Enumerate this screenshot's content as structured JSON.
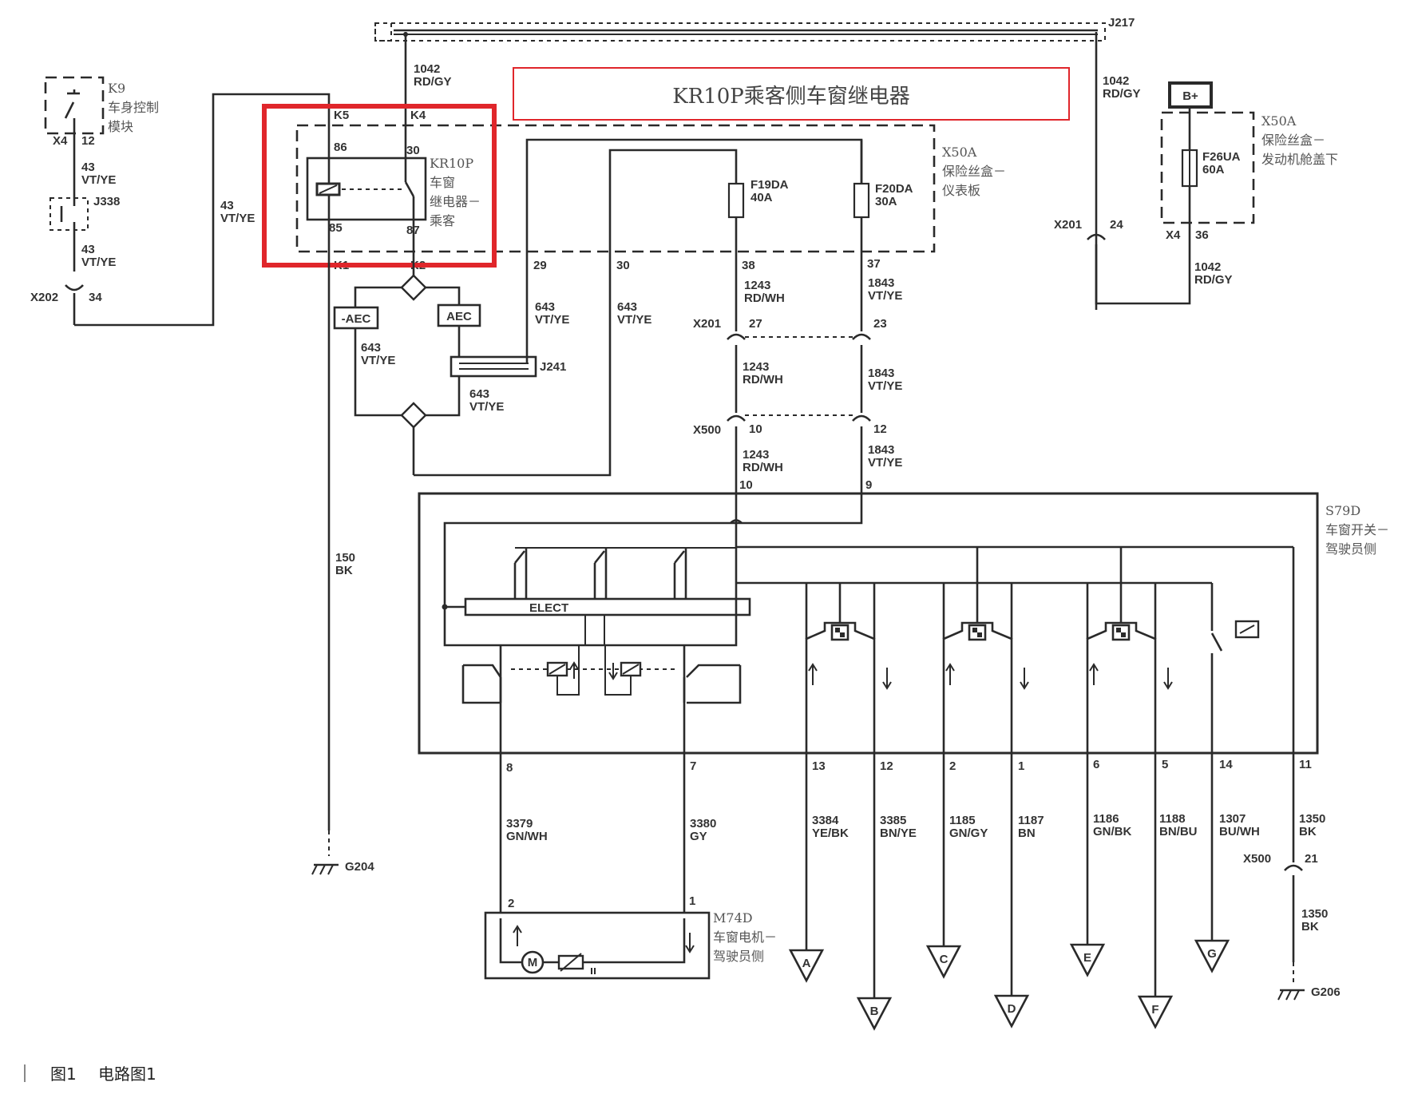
{
  "title_box": "KR10P乘客侧车窗继电器",
  "caption": {
    "fig": "图1",
    "name": "电路图1"
  },
  "components": {
    "k9": {
      "code": "K9",
      "name_l1": "车身控制",
      "name_l2": "模块"
    },
    "kr10p": {
      "code": "KR10P",
      "name_l1": "车窗",
      "name_l2": "继电器－",
      "name_l3": "乘客"
    },
    "x50a_panel": {
      "code": "X50A",
      "name_l1": "保险丝盒－",
      "name_l2": "仪表板"
    },
    "x50a_engine": {
      "code": "X50A",
      "name_l1": "保险丝盒－",
      "name_l2": "发动机舱盖下"
    },
    "s79d": {
      "code": "S79D",
      "name_l1": "车窗开关－",
      "name_l2": "驾驶员侧"
    },
    "m74d": {
      "code": "M74D",
      "name_l1": "车窗电机－",
      "name_l2": "驾驶员侧"
    },
    "bplus": "B+",
    "motor": "M",
    "elect": "ELECT",
    "aec_neg": "-AEC",
    "aec": "AEC"
  },
  "fuses": {
    "f19": {
      "name": "F19DA",
      "rating": "40A"
    },
    "f20": {
      "name": "F20DA",
      "rating": "30A"
    },
    "f26": {
      "name": "F26UA",
      "rating": "60A"
    }
  },
  "connectors": {
    "x4": "X4",
    "x202": "X202",
    "x201": "X201",
    "x500": "X500",
    "j338": "J338",
    "j217": "J217",
    "j241": "J241",
    "k5": "K5",
    "k4": "K4",
    "k1": "K1",
    "k2": "K2",
    "g204": "G204",
    "g206": "G206"
  },
  "pins": {
    "p12": "12",
    "p34": "34",
    "p86": "86",
    "p30": "30",
    "p85": "85",
    "p87": "87",
    "p29": "29",
    "p30b": "30",
    "p38": "38",
    "p37": "37",
    "p27": "27",
    "p23": "23",
    "p10a": "10",
    "p12b": "12",
    "p10b": "10",
    "p9": "9",
    "p24": "24",
    "p36": "36",
    "p8": "8",
    "p7": "7",
    "p13": "13",
    "p12c": "12",
    "p2": "2",
    "p1": "1",
    "p6": "6",
    "p5": "5",
    "p14": "14",
    "p11": "11",
    "p21": "21",
    "m2": "2",
    "m1": "1"
  },
  "wires": {
    "w43": {
      "num": "43",
      "color": "VT/YE"
    },
    "w1042": {
      "num": "1042",
      "color": "RD/GY"
    },
    "w643": {
      "num": "643",
      "color": "VT/YE"
    },
    "w1243": {
      "num": "1243",
      "color": "RD/WH"
    },
    "w1843": {
      "num": "1843",
      "color": "VT/YE"
    },
    "w150": {
      "num": "150",
      "color": "BK"
    },
    "w3379": {
      "num": "3379",
      "color": "GN/WH"
    },
    "w3380": {
      "num": "3380",
      "color": "GY"
    },
    "w3384": {
      "num": "3384",
      "color": "YE/BK"
    },
    "w3385": {
      "num": "3385",
      "color": "BN/YE"
    },
    "w1185": {
      "num": "1185",
      "color": "GN/GY"
    },
    "w1187": {
      "num": "1187",
      "color": "BN"
    },
    "w1186": {
      "num": "1186",
      "color": "GN/BK"
    },
    "w1188": {
      "num": "1188",
      "color": "BN/BU"
    },
    "w1307": {
      "num": "1307",
      "color": "BU/WH"
    },
    "w1350": {
      "num": "1350",
      "color": "BK"
    }
  },
  "terminals": [
    "A",
    "B",
    "C",
    "D",
    "E",
    "F",
    "G"
  ],
  "highlight_color": "#e0262b"
}
